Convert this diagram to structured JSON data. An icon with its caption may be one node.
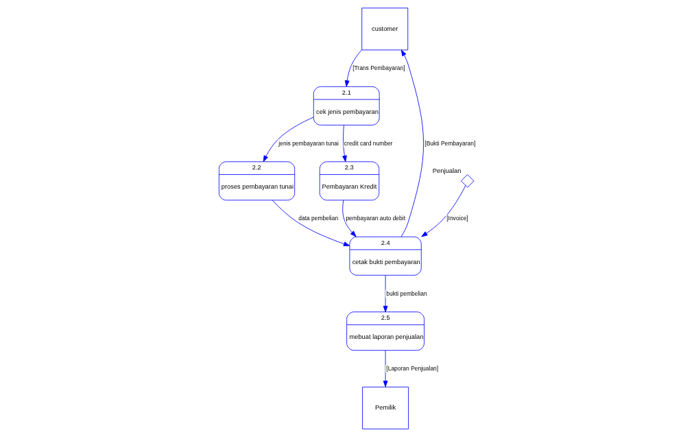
{
  "diagram": {
    "nodes": [
      {
        "text": [
          "customer"
        ]
      },
      {
        "text": [
          "2.1",
          "cek jenis pembayaran"
        ]
      },
      {
        "text": [
          "Pemilik"
        ]
      },
      {
        "text": [
          "2.2",
          "proses pembayaran tunai"
        ]
      },
      {
        "text": [
          "2.3",
          "Pembayaran Kredit"
        ]
      },
      {
        "text": [],
        "shape": "diamond",
        "beside": [
          "Penjualan"
        ]
      },
      {
        "text": [
          "2.4",
          "cetak bukti pembayaran"
        ]
      },
      {
        "text": [
          "2.5",
          "mebuat laporan penjualan"
        ]
      }
    ],
    "edges": [
      {
        "from": 0,
        "to": 1,
        "arrow": "to",
        "label": "[Trans Pembayaran]"
      },
      {
        "from": 1,
        "to": 4,
        "arrow": "to",
        "label": "credit card number"
      },
      {
        "from": 1,
        "to": 3,
        "arrow": "to",
        "label": "jenis pembayaran tunai"
      },
      {
        "from": 3,
        "to": 6,
        "arrow": "to",
        "label": "data pembelian"
      },
      {
        "from": 4,
        "to": 6,
        "arrow": "to",
        "label": "pembayaran auto debit"
      },
      {
        "from": 5,
        "to": 6,
        "arrow": "to",
        "label": "[Invoice]"
      },
      {
        "from": 6,
        "to": 7,
        "arrow": "to",
        "label": "bukti pembelian"
      },
      {
        "from": 6,
        "to": 0,
        "arrow": "to",
        "label": "[Bukti Pembayaran]"
      },
      {
        "from": 7,
        "to": 2,
        "arrow": "to",
        "label": "[Laporan Penjualan]"
      }
    ]
  }
}
